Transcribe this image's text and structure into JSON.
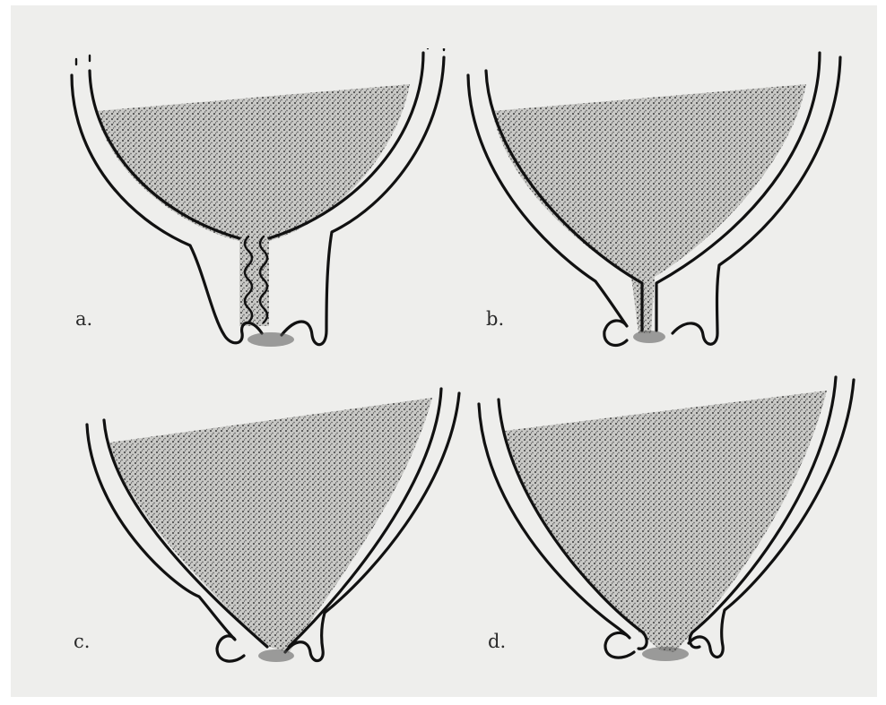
{
  "figure": {
    "panels": [
      {
        "id": "a",
        "label": "a."
      },
      {
        "id": "b",
        "label": "b."
      },
      {
        "id": "c",
        "label": "c."
      },
      {
        "id": "d",
        "label": "d."
      }
    ]
  }
}
